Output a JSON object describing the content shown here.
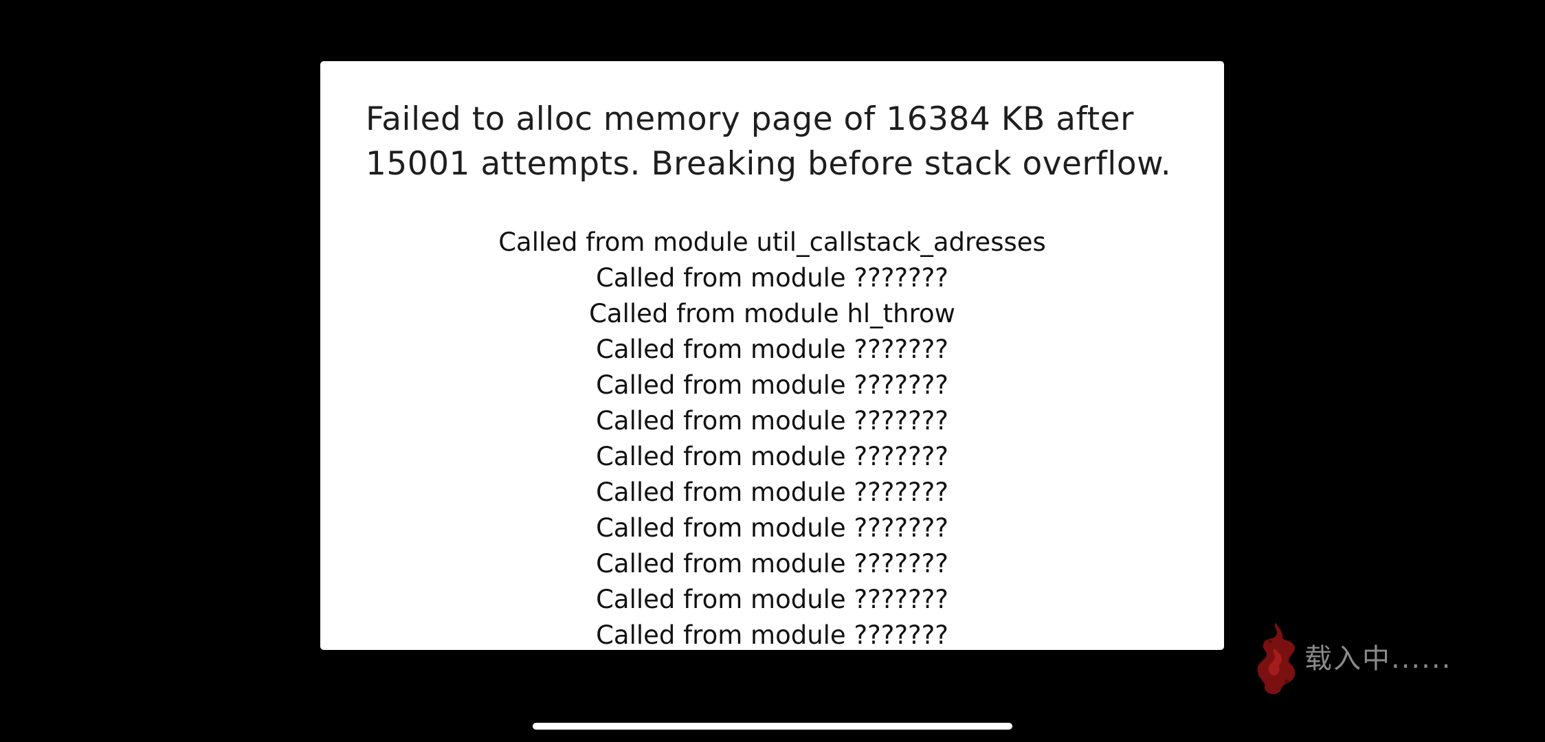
{
  "dialog": {
    "title": "Failed to alloc memory page of 16384 KB after 15001 attempts. Breaking before stack overflow.",
    "callstack": [
      "Called from module util_callstack_adresses",
      "Called from module ???????",
      "Called from module hl_throw",
      "Called from module ???????",
      "Called from module ???????",
      "Called from module ???????",
      "Called from module ???????",
      "Called from module ???????",
      "Called from module ???????",
      "Called from module ???????",
      "Called from module ???????",
      "Called from module ???????"
    ]
  },
  "loading": {
    "text": "载入中......",
    "icon": "flame-icon",
    "icon_color": "#8b1414"
  },
  "colors": {
    "background": "#000000",
    "dialog_background": "#ffffff",
    "text": "#111111",
    "loading_text": "#8a8a8a"
  }
}
